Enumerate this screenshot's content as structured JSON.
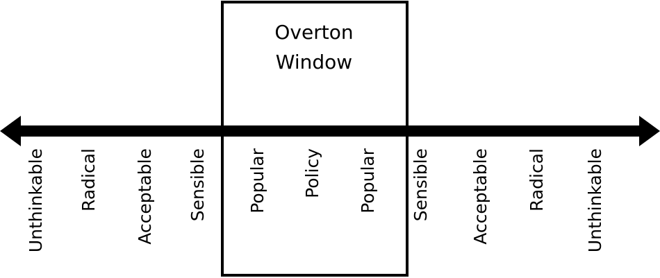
{
  "window": {
    "title_line1": "Overton",
    "title_line2": "Window"
  },
  "labels": [
    "Unthinkable",
    "Radical",
    "Acceptable",
    "Sensible",
    "Popular",
    "Policy",
    "Popular",
    "Sensible",
    "Acceptable",
    "Radical",
    "Unthinkable"
  ],
  "colors": {
    "ink": "#000000",
    "background": "#ffffff"
  }
}
